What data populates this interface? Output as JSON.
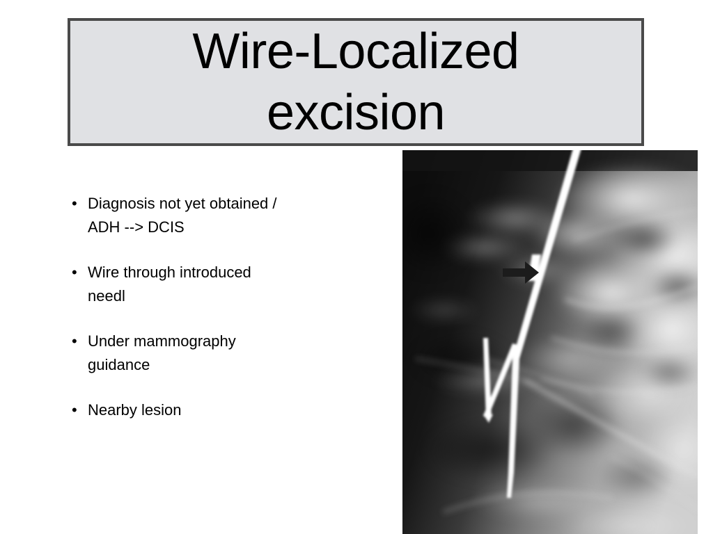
{
  "slide": {
    "background_color": "#ffffff",
    "title": {
      "lines": [
        "Wire-Localized",
        "excision"
      ],
      "full_text": "Wire-Localized excision",
      "box_fill_color": "#e0e1e4",
      "box_border_color": "#4a4a4a",
      "text_color": "#000000"
    },
    "bullets": [
      {
        "marker": "•",
        "text": "Diagnosis not yet obtained /\nADH --> DCIS"
      },
      {
        "marker": "•",
        "text": "Wire through introduced\nneedl"
      },
      {
        "marker": "•",
        "text": "Under mammography\nguidance"
      },
      {
        "marker": "•",
        "text": "Nearby lesion"
      }
    ],
    "figure": {
      "alt": "Mammogram showing a localization wire passing through breast tissue with a hooked tip; a black arrow marks a thickened segment of the wire.",
      "annotation_icon": "right-arrow-marker",
      "wire_color": "#ffffff",
      "arrow_color": "#1c1c1c",
      "background_dark": "#121212",
      "background_light": "#d8d8d8"
    }
  }
}
